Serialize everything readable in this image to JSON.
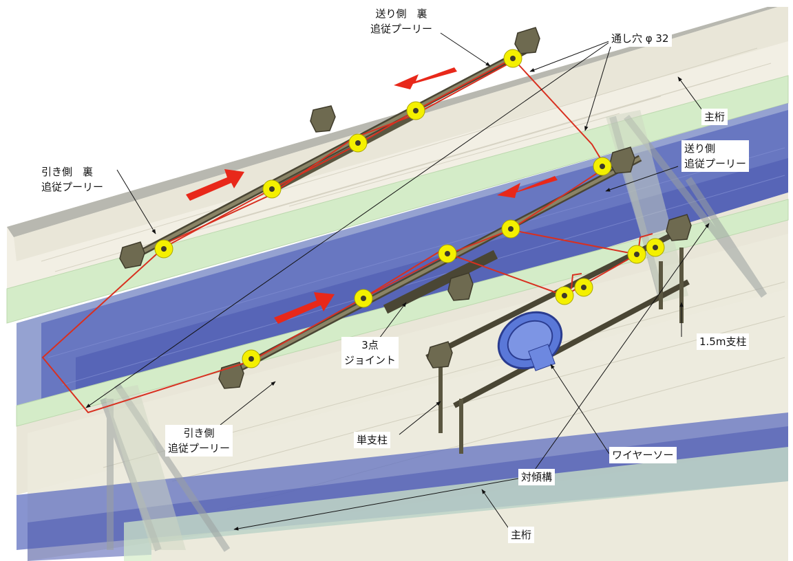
{
  "labels": {
    "send_back_pulley": "送り側　裏\n追従プーリー",
    "through_hole": "通し穴 φ 32",
    "main_girder_top": "主桁",
    "pull_back_pulley": "引き側　裏\n追従プーリー",
    "send_pulley": "送り側\n追従プーリー",
    "three_point_joint": "3点\nジョイント",
    "post_1_5m": "1.5m支柱",
    "pull_pulley": "引き側\n追従プーリー",
    "single_post": "単支柱",
    "wire_saw": "ワイヤーソー",
    "sway_bracing": "対傾構",
    "main_girder_bottom": "主桁"
  },
  "colors": {
    "deck_surface": "#ece9dc",
    "flange_green": "#d4ecc8",
    "web_blue": "#4c5ab0",
    "web_blue_light": "#8a98cc",
    "rail_olive": "#6e6a50",
    "pulley_yellow": "#f4f000",
    "wire_red": "#d83020",
    "arrow_red": "#e8281a",
    "wire_saw_blue": "#5a78d8"
  },
  "icons": {
    "flow_arrow": "red-direction-arrow",
    "pulley": "yellow-pulley-wheel",
    "clamp": "rail-clamp-bracket"
  }
}
